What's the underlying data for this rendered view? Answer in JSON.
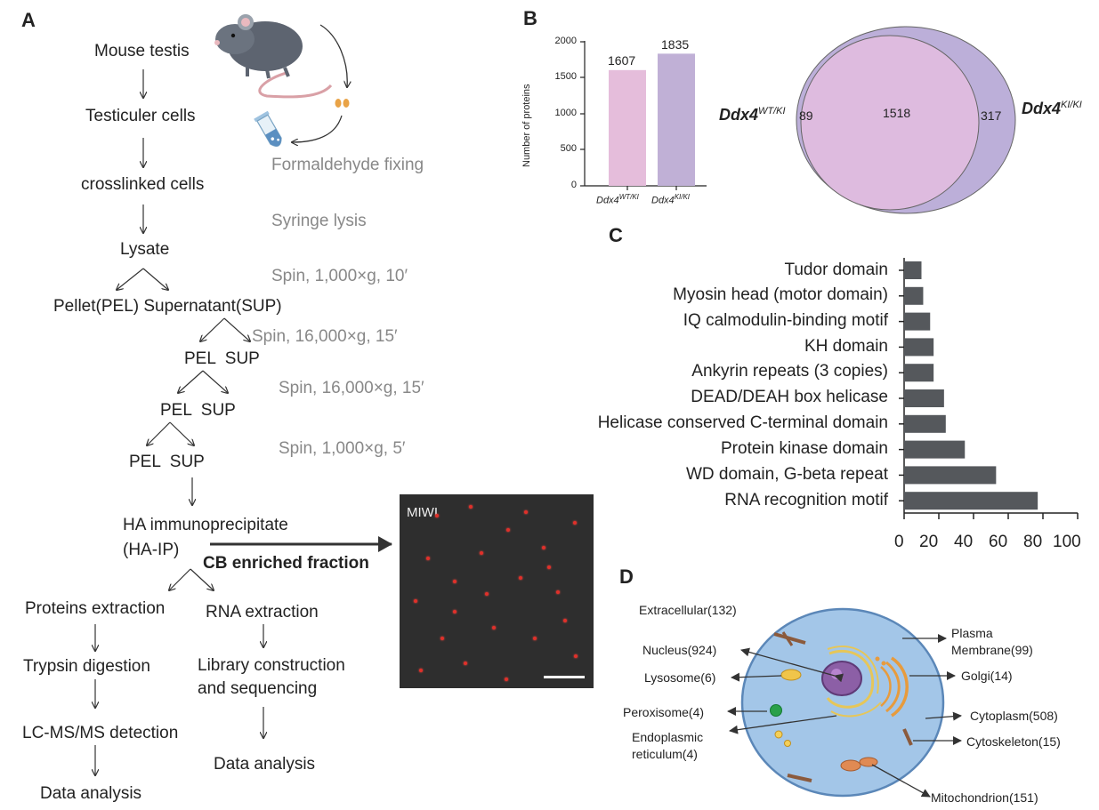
{
  "panels": {
    "a": "A",
    "b": "B",
    "c": "C",
    "d": "D"
  },
  "workflow": {
    "steps": {
      "mouse_testis": "Mouse testis",
      "testicular_cells": "Testiculer cells",
      "crosslinked_cells": "crosslinked cells",
      "lysate": "Lysate",
      "pellet_supernatant": "Pellet(PEL) Supernatant(SUP)",
      "pel_sup_1": "PEL  SUP",
      "pel_sup_2": "PEL  SUP",
      "pel_sup_3": "PEL  SUP",
      "ha_ip_1": "HA immunoprecipitate",
      "ha_ip_2": "(HA-IP)",
      "cb_fraction": "CB enriched fraction",
      "proteins_extraction": "Proteins extraction",
      "rna_extraction": "RNA extraction",
      "trypsin": "Trypsin digestion",
      "lcms": "LC-MS/MS detection",
      "data_analysis_left": "Data analysis",
      "library_1": "Library construction",
      "library_2": "and sequencing",
      "data_analysis_right": "Data analysis"
    },
    "conditions": {
      "formaldehyde": "Formaldehyde fixing",
      "syringe": "Syringe lysis",
      "spin1": "Spin, 1,000×g, 10′",
      "spin2": "Spin, 16,000×g, 15′",
      "spin3": "Spin, 16,000×g, 15′",
      "spin4": "Spin, 1,000×g, 5′"
    },
    "micrograph_label": "MIWI"
  },
  "chart_data": [
    {
      "type": "bar",
      "panel": "B",
      "ylabel": "Number of proteins",
      "ylim": [
        0,
        2000
      ],
      "yticks": [
        "0",
        "500",
        "1000",
        "1500",
        "2000"
      ],
      "categories": [
        {
          "base": "Ddx4",
          "sup": "WT/KI"
        },
        {
          "base": "Ddx4",
          "sup": "KI/KI"
        }
      ],
      "values": [
        1607,
        1835
      ],
      "value_labels": [
        "1607",
        "1835"
      ],
      "colors": [
        "#e5bddb",
        "#c0b0d6"
      ]
    },
    {
      "type": "venn",
      "panel": "B",
      "sets": [
        {
          "base": "Ddx4",
          "sup": "WT/KI",
          "only": "89"
        },
        {
          "base": "Ddx4",
          "sup": "KI/KI",
          "only": "317"
        }
      ],
      "overlap": "1518",
      "colors": [
        "#e9bfe0",
        "#bcafd9"
      ]
    },
    {
      "type": "bar",
      "orientation": "horizontal",
      "panel": "C",
      "categories": [
        "Tudor domain",
        "Myosin head (motor domain)",
        "IQ calmodulin-binding motif",
        "KH domain",
        "Ankyrin repeats (3 copies)",
        "DEAD/DEAH box helicase",
        "Helicase conserved C-terminal domain",
        "Protein kinase domain",
        "WD domain, G-beta repeat",
        "RNA recognition motif"
      ],
      "values": [
        10,
        11,
        15,
        17,
        17,
        23,
        24,
        35,
        53,
        77
      ],
      "xlim": [
        0,
        100
      ],
      "xticks": [
        "0",
        "20",
        "40",
        "60",
        "80",
        "100"
      ],
      "bar_color": "#55585c"
    }
  ],
  "cell_diagram": {
    "labels": {
      "extracellular": "Extracellular(132)",
      "nucleus": "Nucleus(924)",
      "lysosome": "Lysosome(6)",
      "peroxisome": "Peroxisome(4)",
      "er_1": "Endoplasmic",
      "er_2": "reticulum(4)",
      "plasma_1": "Plasma",
      "plasma_2": "Membrane(99)",
      "golgi": "Golgi(14)",
      "cytoplasm": "Cytoplasm(508)",
      "cytoskeleton": "Cytoskeleton(15)",
      "mitochondrion": "Mitochondrion(151)"
    }
  }
}
